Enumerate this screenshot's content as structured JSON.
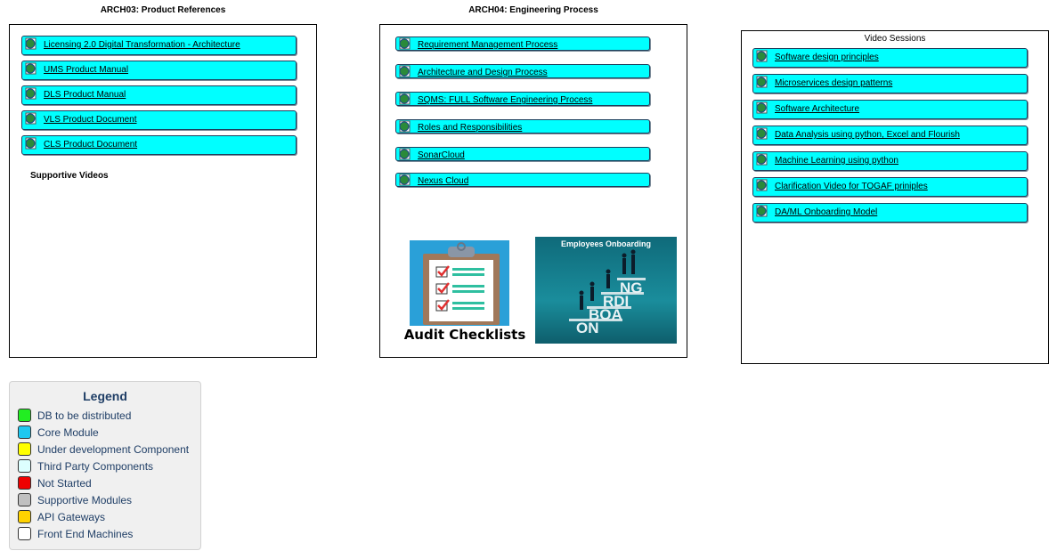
{
  "packages": {
    "arch03": {
      "title": "ARCH03: Product References",
      "items": [
        "Licensing 2.0 Digital Transformation - Architecture",
        "UMS Product Manual",
        "DLS Product Manual",
        "VLS Product Document",
        "CLS Product Document"
      ],
      "note": "Supportive Videos"
    },
    "arch04": {
      "title": "ARCH04: Engineering Process",
      "items": [
        "Requirement Management Process",
        "Architecture and Design Process",
        "SQMS: FULL Software Engineering Process",
        "Roles and Responsibilities",
        "SonarCloud",
        "Nexus Cloud"
      ],
      "audit_caption": "Audit Checklists",
      "onboarding_caption": "Employees Onboarding",
      "onboarding_letters": [
        "ON",
        "BOA",
        "RDI",
        "NG"
      ]
    },
    "video": {
      "title": "Video Sessions",
      "items": [
        "Software design principles",
        "Microservices design patterns",
        "Software Architecture",
        "Data Analysis using python, Excel and Flourish",
        "Machine Learning using python",
        "Clarification Video for TOGAF priniples",
        "DA/ML Onboarding Model"
      ]
    }
  },
  "legend": {
    "title": "Legend",
    "entries": [
      {
        "label": "DB to be distributed",
        "color": "#22ee22"
      },
      {
        "label": "Core Module",
        "color": "#1ec8f0"
      },
      {
        "label": "Under development Component",
        "color": "#ffff00"
      },
      {
        "label": "Third Party Components",
        "color": "#ddffff"
      },
      {
        "label": "Not Started",
        "color": "#ee0000"
      },
      {
        "label": "Supportive Modules",
        "color": "#c0c0c0"
      },
      {
        "label": "API Gateways",
        "color": "#ffd200"
      },
      {
        "label": "Front End Machines",
        "color": "#ffffff"
      }
    ]
  },
  "colors": {
    "item_fill": "#00ffff",
    "legend_text": "#1f3e66"
  }
}
